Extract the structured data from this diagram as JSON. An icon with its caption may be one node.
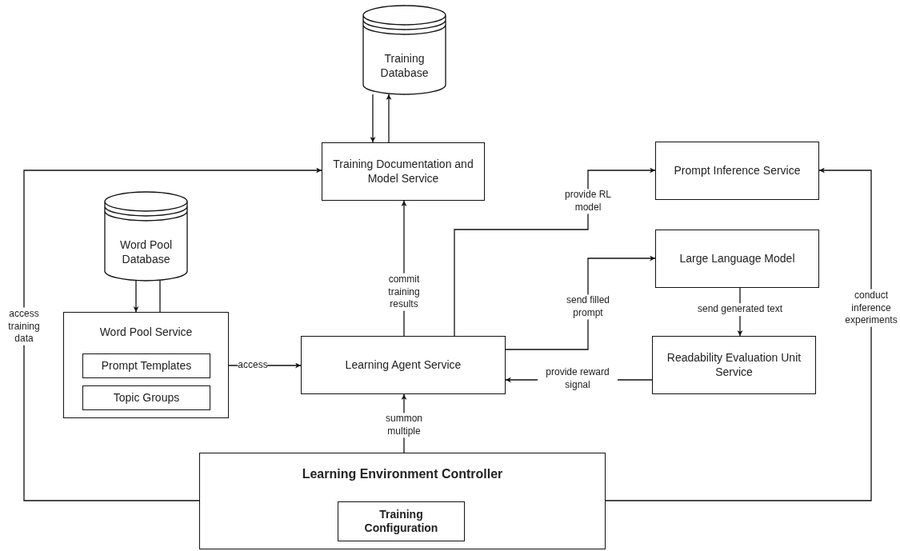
{
  "diagram": {
    "nodes": [
      {
        "text": [
          "Training Database"
        ]
      },
      {
        "text": [
          "Training Documentation and Model Service"
        ]
      },
      {
        "text": [
          "Prompt Inference Service"
        ]
      },
      {
        "text": [
          "Word Pool Database"
        ]
      },
      {
        "text": [
          "Large Language Model"
        ]
      },
      {
        "text": [
          "Word Pool Service"
        ]
      },
      {
        "text": [
          "Prompt Templates"
        ],
        "in": 5
      },
      {
        "text": [
          "Topic Groups"
        ],
        "in": 5
      },
      {
        "text": [
          "Learning Agent Service"
        ]
      },
      {
        "text": [
          "Readability Evaluation Unit Service"
        ]
      },
      {
        "text": [
          "Learning Environment Controller"
        ]
      },
      {
        "text": [
          "Training Configuration"
        ],
        "in": 10
      }
    ],
    "edges": [
      {
        "from": 0,
        "to": 1,
        "arrow": "to"
      },
      {
        "from": 1,
        "to": 0,
        "arrow": "to"
      },
      {
        "from": 3,
        "to": 5,
        "arrow": "to"
      },
      {
        "from": 5,
        "to": 3,
        "arrow": "to"
      },
      {
        "from": 5,
        "to": 8,
        "arrow": "to",
        "label": "access"
      },
      {
        "from": 8,
        "to": 1,
        "arrow": "to",
        "label": "commit training results"
      },
      {
        "from": 8,
        "to": 2,
        "arrow": "to",
        "label": "provide RL model"
      },
      {
        "from": 8,
        "to": 4,
        "arrow": "to",
        "label": "send filled prompt"
      },
      {
        "from": 4,
        "to": 9,
        "arrow": "to",
        "label": "send generated text"
      },
      {
        "from": 9,
        "to": 8,
        "arrow": "to",
        "label": "provide reward signal"
      },
      {
        "from": 10,
        "to": 8,
        "arrow": "to",
        "label": "summon multiple"
      },
      {
        "from": 10,
        "to": 1,
        "arrow": "to",
        "label": "access training data"
      },
      {
        "from": 10,
        "to": 2,
        "arrow": "to",
        "label": "conduct inference experiments"
      }
    ]
  }
}
